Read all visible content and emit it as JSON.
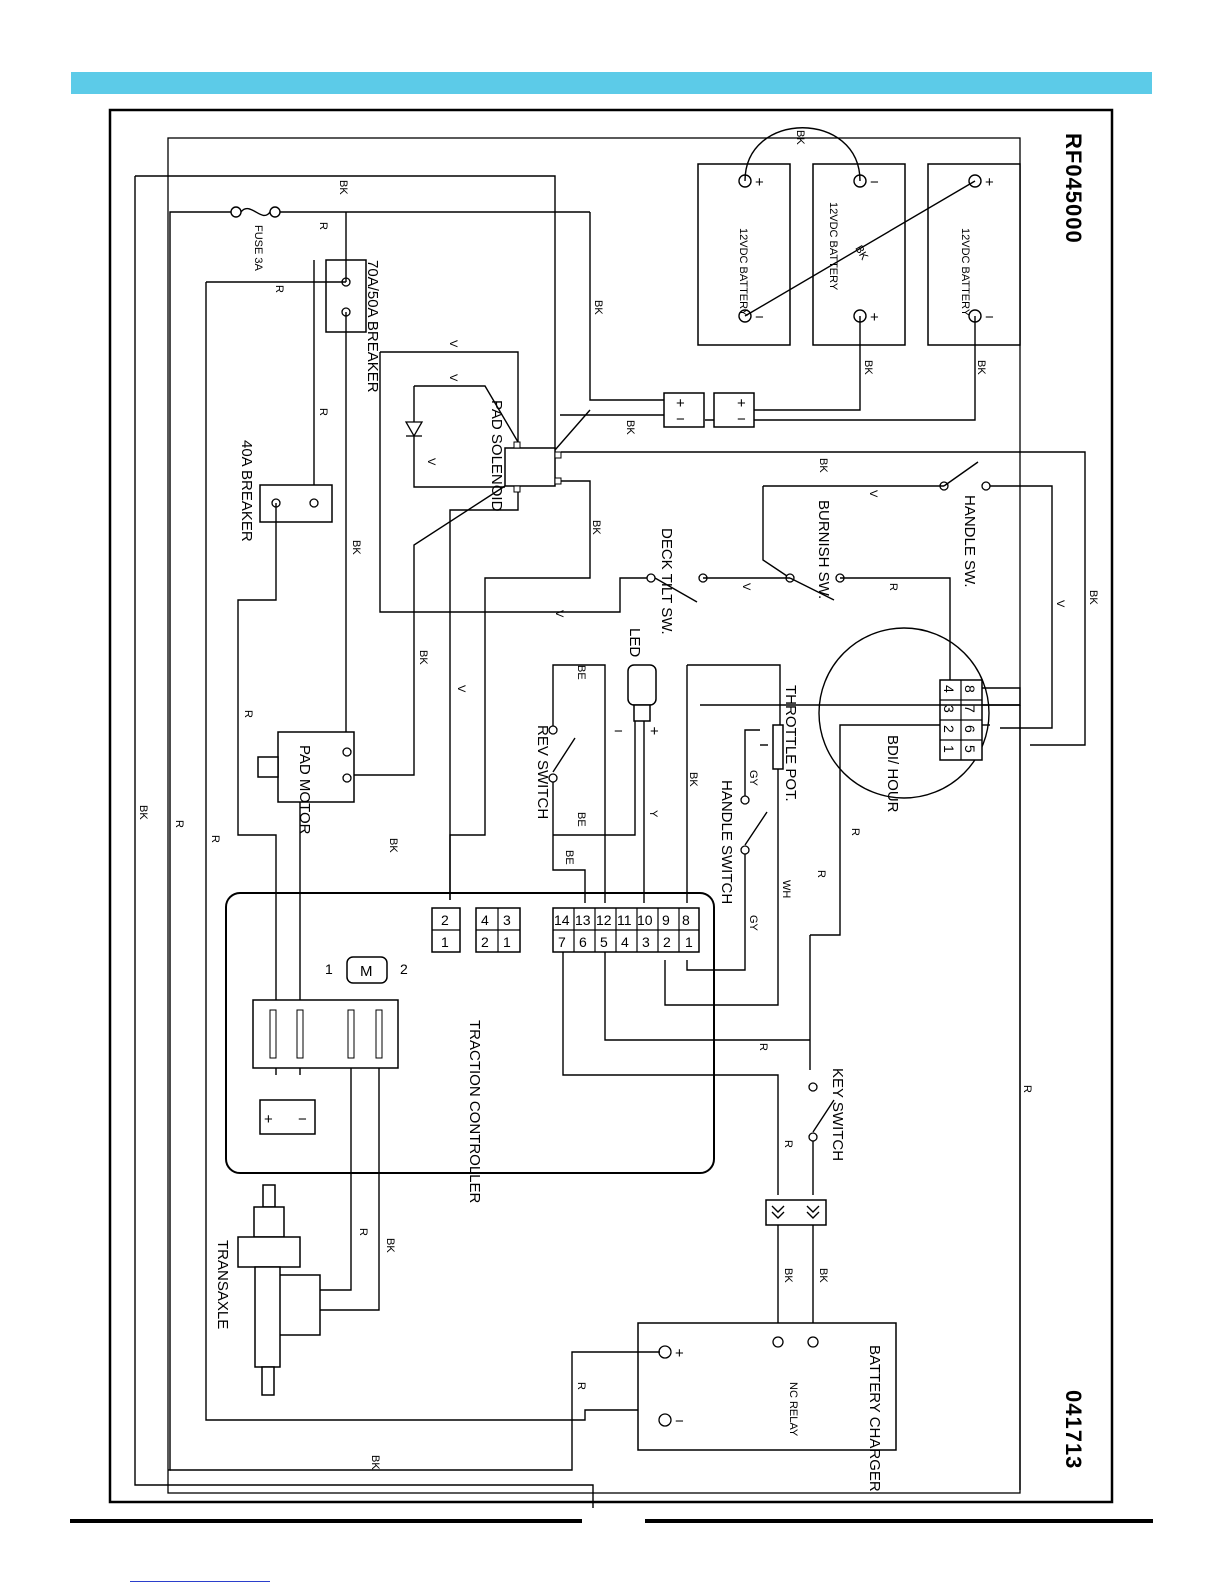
{
  "header": {
    "band_color": "#5ccbe8"
  },
  "drawing": {
    "number": "RF045000",
    "revision": "041713",
    "components": {
      "battery1": "12VDC BATTERY",
      "battery2": "12VDC BATTERY",
      "battery3": "12VDC BATTERY",
      "fuse": "FUSE 3A",
      "breaker_main": "70A/50A BREAKER",
      "breaker_40a": "40A BREAKER",
      "pad_solenoid": "PAD SOLENOID",
      "pad_motor": "PAD MOTOR",
      "handle_sw_top": "HANDLE SW.",
      "burnish_sw": "BURNISH SW.",
      "deck_tilt_sw": "DECK TILT SW.",
      "led": "LED",
      "rev_switch": "REV SWITCH",
      "throttle_pot": "THROTTLE POT.",
      "handle_switch": "HANDLE SWITCH",
      "bdi_hour": "BDI/ HOUR",
      "traction_controller": "TRACTION CONTROLLER",
      "key_switch": "KEY SWITCH",
      "transaxle": "TRANSAXLE",
      "battery_charger": "BATTERY CHARGER",
      "nc_relay": "NC RELAY"
    },
    "wire_colors": {
      "black": "BK",
      "red": "R",
      "violet": "V",
      "blue": "BE",
      "yellow": "Y",
      "gray": "GY",
      "white": "WH"
    },
    "polarity": {
      "plus": "+",
      "minus": "−"
    },
    "bdi_pins": [
      "1",
      "2",
      "3",
      "4",
      "5",
      "6",
      "7",
      "8"
    ],
    "controller_pins_top": [
      "8",
      "9",
      "10",
      "11",
      "12",
      "13",
      "14"
    ],
    "controller_pins_bottom": [
      "1",
      "2",
      "3",
      "4",
      "5",
      "6",
      "7"
    ],
    "connector_a": [
      "2",
      "1"
    ],
    "connector_b": [
      "3",
      "4",
      "1",
      "2"
    ],
    "motor_symbol": {
      "label": "M",
      "pin_left": "1",
      "pin_right": "2"
    }
  }
}
